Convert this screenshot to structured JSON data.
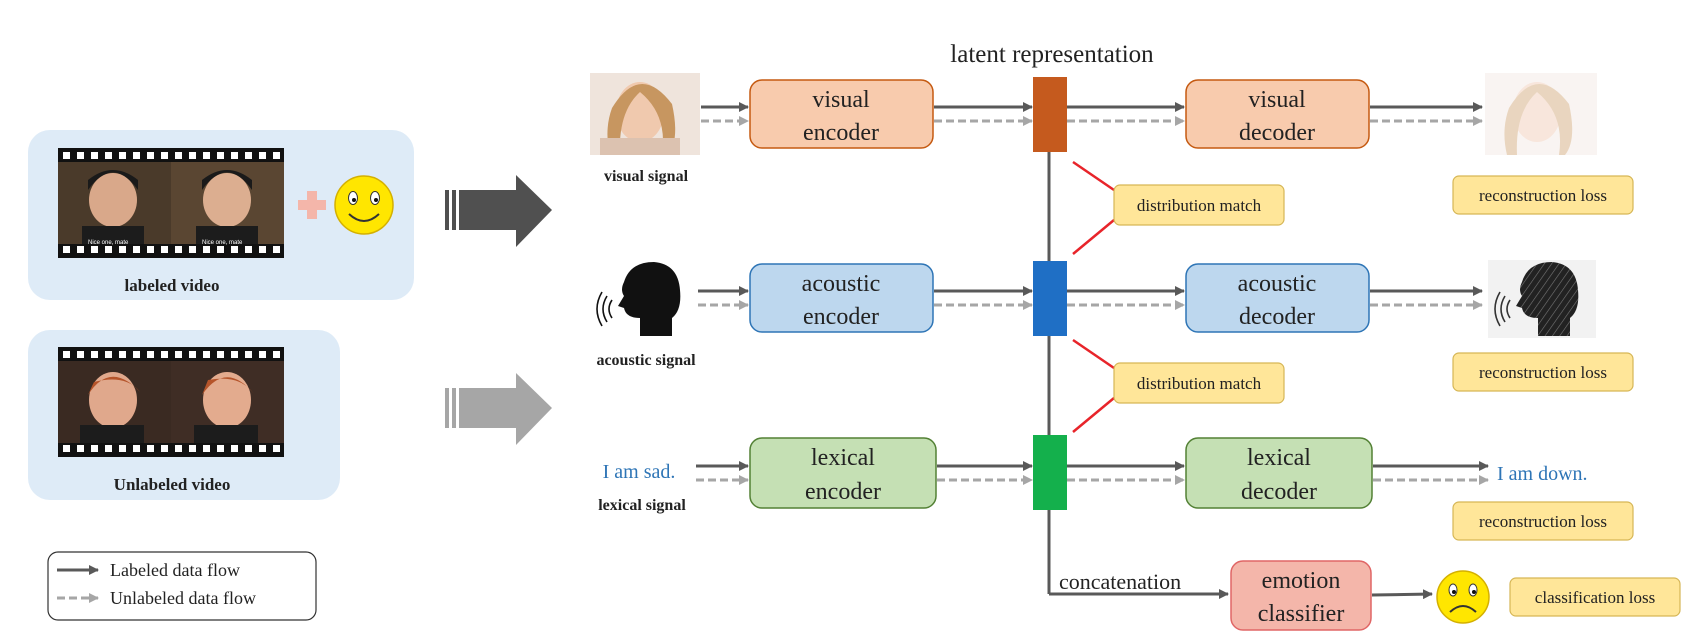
{
  "inputs": {
    "labeled_video": {
      "caption": "labeled video",
      "subtitle": "Nice one, mate"
    },
    "unlabeled_video": {
      "caption": "Unlabeled video"
    },
    "happy_face_icon": "smiley-happy-icon",
    "plus_icon": "plus-icon"
  },
  "legend": {
    "labeled": "Labeled data flow",
    "unlabeled": "Unlabeled data flow"
  },
  "latent_title": "latent representation",
  "modalities": {
    "visual": {
      "signal_label": "visual signal",
      "encoder": [
        "visual",
        "encoder"
      ],
      "decoder": [
        "visual",
        "decoder"
      ],
      "loss": "reconstruction loss"
    },
    "acoustic": {
      "signal_label": "acoustic signal",
      "encoder": [
        "acoustic",
        "encoder"
      ],
      "decoder": [
        "acoustic",
        "decoder"
      ],
      "loss": "reconstruction loss"
    },
    "lexical": {
      "signal_label": "lexical signal",
      "input_text": "I am sad.",
      "output_text": "I am down.",
      "encoder": [
        "lexical",
        "encoder"
      ],
      "decoder": [
        "lexical",
        "decoder"
      ],
      "loss": "reconstruction loss"
    }
  },
  "distribution_match": [
    "distribution match",
    "distribution match"
  ],
  "concatenation": "concatenation",
  "classifier": [
    "emotion",
    "classifier"
  ],
  "classification_loss": "classification loss",
  "sad_face_icon": "smiley-sad-icon",
  "colors": {
    "visual_fill": "#f8cbad",
    "visual_stroke": "#c55a11",
    "visual_latent": "#c55a1e",
    "acoustic_fill": "#bdd7ee",
    "acoustic_stroke": "#2e75b6",
    "acoustic_latent": "#1f6fc5",
    "lexical_fill": "#c5e0b4",
    "lexical_stroke": "#538135",
    "lexical_latent": "#14b04c",
    "classifier_fill": "#f4b6aa",
    "classifier_stroke": "#e06666",
    "loss_fill": "#ffe699",
    "loss_stroke": "#d6b656",
    "panel_fill": "#deebf7",
    "text_blue": "#2e75b6",
    "arrow_dark": "#595959",
    "arrow_light": "#a6a6a6",
    "match_line": "#e8242a"
  }
}
